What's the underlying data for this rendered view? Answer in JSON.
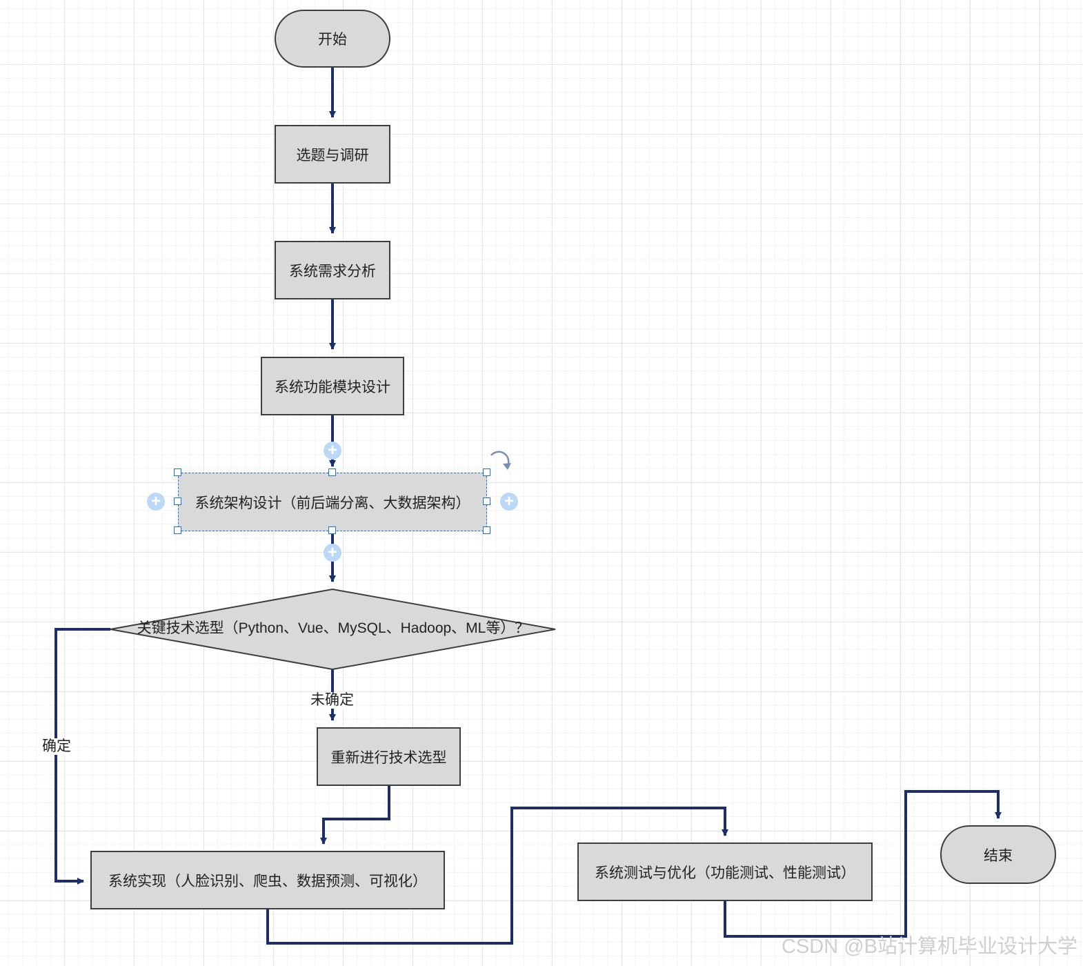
{
  "nodes": {
    "start": "开始",
    "topic_research": "选题与调研",
    "requirements": "系统需求分析",
    "module_design": "系统功能模块设计",
    "architecture": "系统架构设计（前后端分离、大数据架构）",
    "tech_decision": "关键技术选型（Python、Vue、MySQL、Hadoop、ML等）？",
    "reselect": "重新进行技术选型",
    "implementation": "系统实现（人脸识别、爬虫、数据预测、可视化）",
    "testing": "系统测试与优化（功能测试、性能测试）",
    "end": "结束"
  },
  "edge_labels": {
    "confirmed": "确定",
    "unconfirmed": "未确定"
  },
  "watermark": "CSDN @B站计算机毕业设计大学",
  "colors": {
    "edge": "#1a2d6e",
    "node_fill": "#d9d9d9",
    "node_border": "#3d3d3d",
    "selection": "#1f6fd1"
  }
}
